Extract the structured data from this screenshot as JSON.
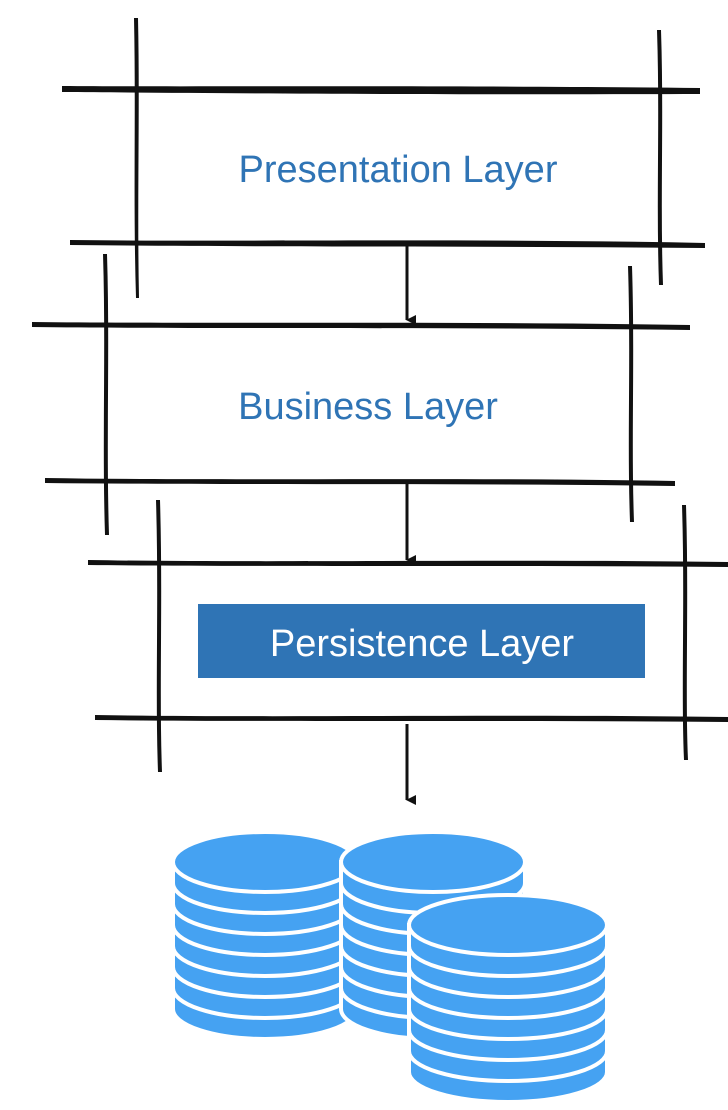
{
  "layers": [
    {
      "label": "Presentation Layer",
      "highlighted": false
    },
    {
      "label": "Business Layer",
      "highlighted": false
    },
    {
      "label": "Persistence Layer",
      "highlighted": true
    }
  ],
  "colors": {
    "text": "#2F74B5",
    "highlight_fill": "#2F74B5",
    "highlight_text": "#FFFFFF",
    "stroke": "#111111",
    "database": "#45A2F2",
    "database_line": "#FFFFFF"
  },
  "database": {
    "icon": "database-stack-icon"
  }
}
